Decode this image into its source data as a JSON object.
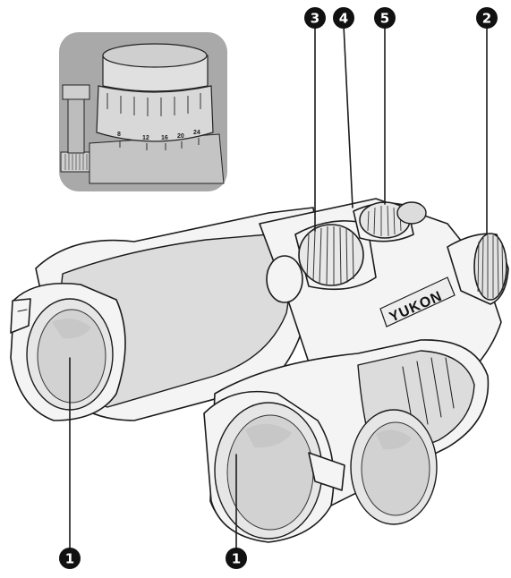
{
  "brand": "YUKON",
  "inset": {
    "scale_marks": [
      "8",
      "12",
      "16",
      "20",
      "24"
    ]
  },
  "callouts": [
    "3",
    "4",
    "5",
    "2",
    "1",
    "1"
  ]
}
